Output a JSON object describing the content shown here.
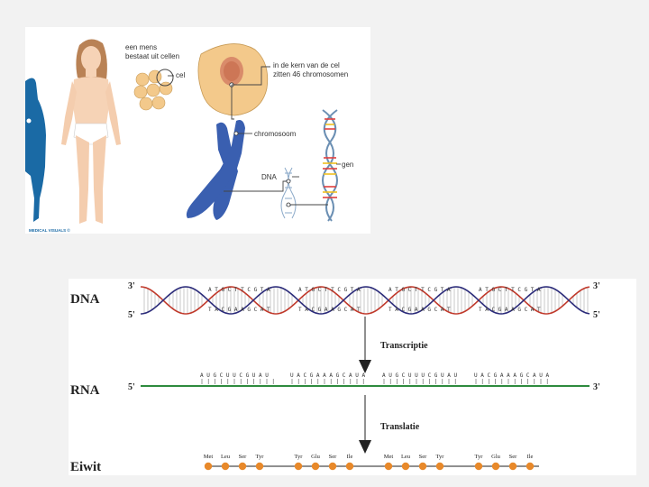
{
  "top": {
    "label_mens": [
      "een mens",
      "bestaat uit cellen"
    ],
    "label_cel": "cel",
    "label_kern": [
      "in de kern van de cel",
      "zitten 46 chromosomen"
    ],
    "label_chromosoom": "chromosoom",
    "label_gen": "gen",
    "label_dna": "DNA",
    "watermark": "MEDICAL VISUALS ©",
    "colors": {
      "body": "#1a6aa5",
      "chromosome": "#3a5fb0",
      "nucleus": "#d98b6a",
      "cell": "#f3c98b",
      "gene_red": "#e04040",
      "gene_yellow": "#f0c020"
    }
  },
  "bottom": {
    "row_labels": {
      "dna": "DNA",
      "rna": "RNA",
      "eiwit": "Eiwit"
    },
    "dna_ends": {
      "top_left": "3'",
      "bottom_left": "5'",
      "top_right": "3'",
      "bottom_right": "5'"
    },
    "rna_ends": {
      "left": "5'",
      "right": "3'"
    },
    "steps": {
      "transcriptie": "Transcriptie",
      "translatie": "Translatie"
    },
    "dna_upper_seqs": [
      "A T G C T T C G T A",
      "A T G C T T C G T A",
      "A T G C T T C G T A",
      "A T G C T T C G T A"
    ],
    "dna_lower_seqs": [
      "T A C G A A G C A T",
      "T A C G A A G C A T",
      "T A C G A A G C A T",
      "T A C G A A G C A T"
    ],
    "rna_seqs": [
      "A U G C U U C G U A U",
      "U A C G A A A G C A U A",
      "A U G C U U U C G U A U",
      "U A C G A A A G C A U A"
    ],
    "amino_acids": [
      "Met",
      "Leu",
      "Ser",
      "Tyr",
      "Tyr",
      "Glu",
      "Ser",
      "Ile",
      "Met",
      "Leu",
      "Ser",
      "Tyr",
      "Tyr",
      "Glu",
      "Ser",
      "Ile"
    ],
    "colors": {
      "strand_red": "#c0392b",
      "strand_blue": "#2c2c7a",
      "rna": "#2e8b3e",
      "amino": "#e8892a"
    }
  }
}
